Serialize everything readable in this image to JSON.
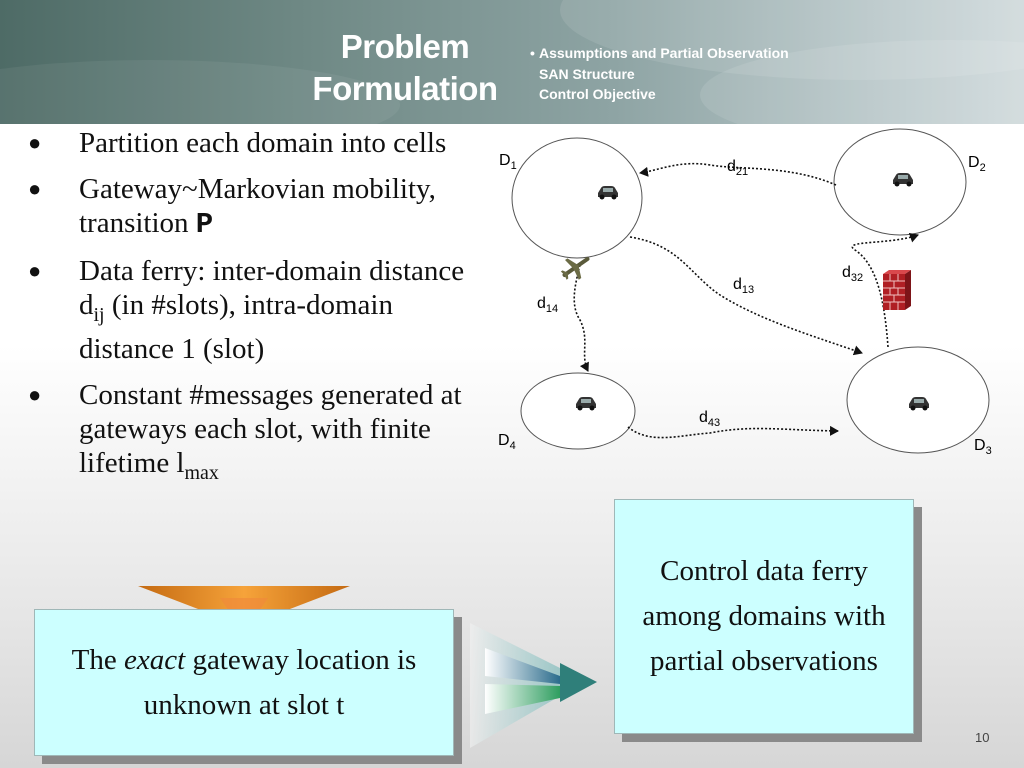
{
  "slide": {
    "title_line1": "Problem",
    "title_line2": "Formulation",
    "nav": [
      "Assumptions and Partial Observation",
      "SAN Structure",
      "Control Objective"
    ],
    "page_number": "10"
  },
  "bullets": [
    {
      "text": "Partition each domain into cells"
    },
    {
      "text": "Gateway~Markovian mobility, transition ",
      "bold": "P"
    },
    {
      "pre": "Data ferry: inter-domain distance d",
      "sub": "ij",
      "post": " (in #slots), intra-domain distance 1 (slot)"
    },
    {
      "pre": "Constant #messages generated at gateways each slot, with finite lifetime l",
      "sub": "max"
    }
  ],
  "diagram": {
    "domains": [
      {
        "name": "D",
        "index": "1"
      },
      {
        "name": "D",
        "index": "2"
      },
      {
        "name": "D",
        "index": "3"
      },
      {
        "name": "D",
        "index": "4"
      }
    ],
    "distances": [
      {
        "name": "d",
        "index": "21"
      },
      {
        "name": "d",
        "index": "13"
      },
      {
        "name": "d",
        "index": "32"
      },
      {
        "name": "d",
        "index": "14"
      },
      {
        "name": "d",
        "index": "43"
      }
    ],
    "icons": [
      "car-icon",
      "airplane-icon",
      "firewall-icon"
    ]
  },
  "callouts": {
    "left_pre": "The ",
    "left_em": "exact",
    "left_post": " gateway location is unknown at slot t",
    "right": "Control data ferry among domains with partial observations"
  },
  "colors": {
    "box_fill": "#ccffff",
    "header_start": "#4e6b66",
    "header_end": "#cfd9db",
    "firewall": "#b01f24"
  }
}
